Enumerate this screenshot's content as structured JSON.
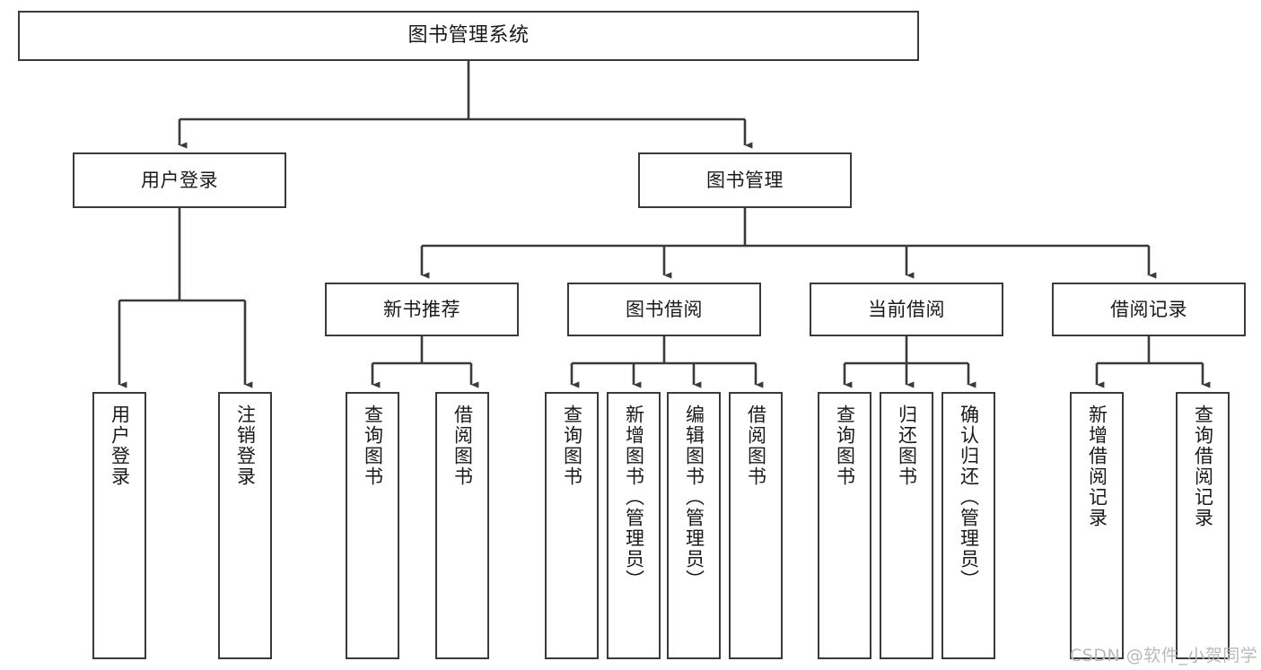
{
  "diagram": {
    "title": "图书管理系统",
    "type": "tree-hierarchy-chart",
    "colors": {
      "box_border": "#3a3a3a",
      "box_fill": "#ffffff",
      "connector": "#3a3a3a",
      "text": "#1a1a1a",
      "watermark": "#b9b9b9",
      "background": "#ffffff"
    },
    "root": {
      "label": "图书管理系统"
    },
    "level2": [
      {
        "label": "用户登录"
      },
      {
        "label": "图书管理"
      }
    ],
    "level3": [
      {
        "label": "新书推荐"
      },
      {
        "label": "图书借阅"
      },
      {
        "label": "当前借阅"
      },
      {
        "label": "借阅记录"
      }
    ],
    "leaves": {
      "user_login": [
        {
          "label": "用户登录"
        },
        {
          "label": "注销登录"
        }
      ],
      "new_book_recommend": [
        {
          "label": "查询图书"
        },
        {
          "label": "借阅图书"
        }
      ],
      "book_borrow": [
        {
          "label": "查询图书"
        },
        {
          "label": "新增图书（管理员）"
        },
        {
          "label": "编辑图书（管理员）"
        },
        {
          "label": "借阅图书"
        }
      ],
      "current_borrow": [
        {
          "label": "查询图书"
        },
        {
          "label": "归还图书"
        },
        {
          "label": "确认归还（管理员）"
        }
      ],
      "borrow_record": [
        {
          "label": "新增借阅记录"
        },
        {
          "label": "查询借阅记录"
        }
      ]
    }
  },
  "watermark": {
    "text": "CSDN @软件_小贺同学"
  }
}
